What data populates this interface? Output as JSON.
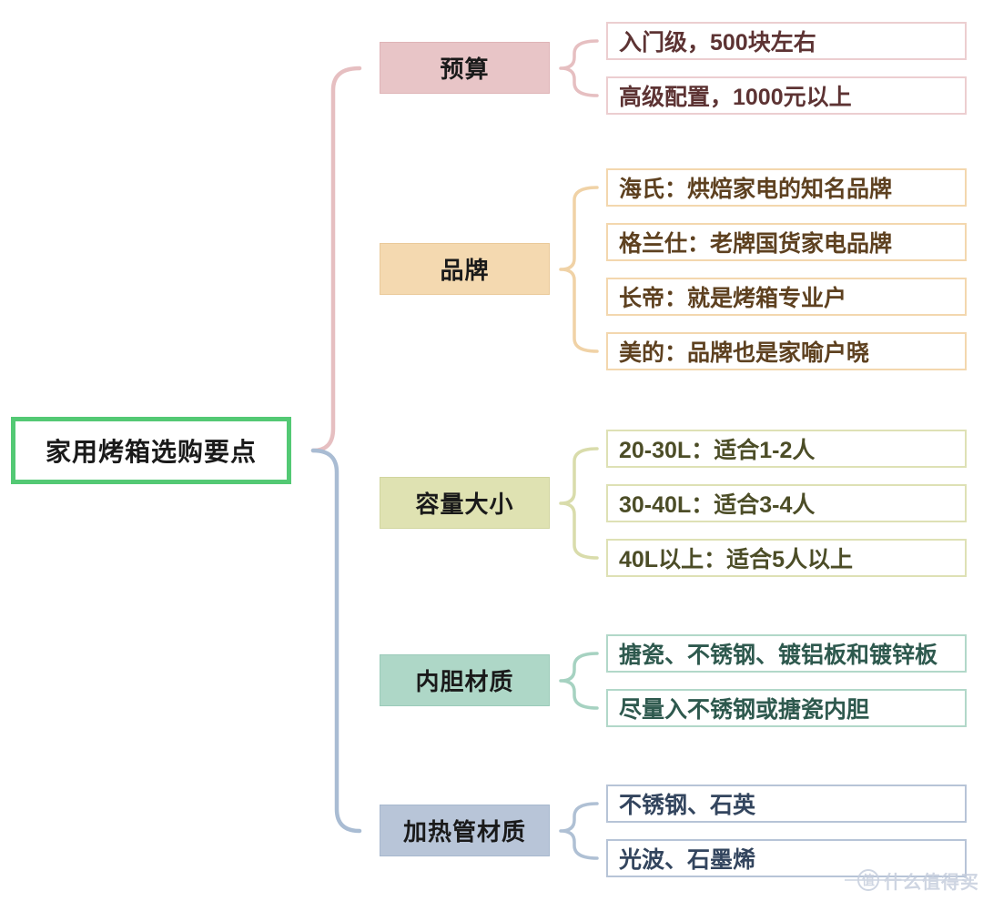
{
  "root": {
    "label": "家用烤箱选购要点",
    "border_color": "#53c974",
    "text_color": "#1a1a1a"
  },
  "connectors": {
    "root_brace_top_color": "#e6bfc1",
    "root_brace_bottom_color": "#a9bcd3"
  },
  "branches": [
    {
      "label": "预算",
      "colors": {
        "fill": "#e8c5c7",
        "edge": "#dfb4b7",
        "brace": "#e6bfc1",
        "child_border": "#ecced0",
        "child_text": "#5d3333"
      },
      "children": [
        "入门级，500块左右",
        "高级配置，1000元以上"
      ]
    },
    {
      "label": "品牌",
      "colors": {
        "fill": "#f4d9b0",
        "edge": "#eaca9a",
        "brace": "#f0d2a6",
        "child_border": "#f3d7ae",
        "child_text": "#5e4120"
      },
      "children": [
        "海氏：烘焙家电的知名品牌",
        "格兰仕：老牌国货家电品牌",
        "长帝：就是烤箱专业户",
        "美的：品牌也是家喻户晓"
      ]
    },
    {
      "label": "容量大小",
      "colors": {
        "fill": "#dfe2b2",
        "edge": "#d1d59e",
        "brace": "#d9dcab",
        "child_border": "#dee1b5",
        "child_text": "#4c4d27"
      },
      "children": [
        "20-30L：适合1-2人",
        "30-40L：适合3-4人",
        "40L以上：适合5人以上"
      ]
    },
    {
      "label": "内胆材质",
      "colors": {
        "fill": "#aed7c7",
        "edge": "#9bcbb9",
        "brace": "#a6d2c1",
        "child_border": "#b2d8c9",
        "child_text": "#2e594e"
      },
      "children": [
        "搪瓷、不锈钢、镀铝板和镀锌板",
        "尽量入不锈钢或搪瓷内胆"
      ]
    },
    {
      "label": "加热管材质",
      "colors": {
        "fill": "#b8c5d8",
        "edge": "#a7b8ce",
        "brace": "#afc0d4",
        "child_border": "#b7c4d7",
        "child_text": "#33455e"
      },
      "children": [
        "不锈钢、石英",
        "光波、石墨烯"
      ]
    }
  ],
  "watermark": {
    "logo_char": "值",
    "text": "什么值得买",
    "color": "#c6cedd"
  }
}
